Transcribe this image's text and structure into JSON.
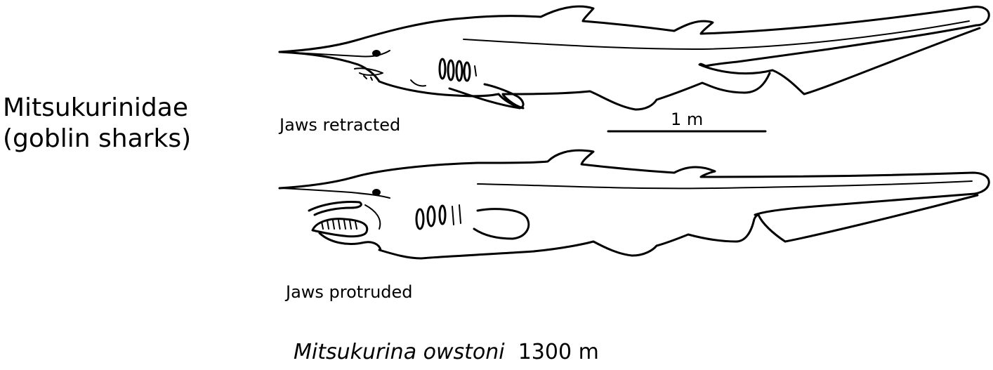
{
  "family": {
    "name": "Mitsukurinidae",
    "common": "(goblin sharks)"
  },
  "views": {
    "retracted_label": "Jaws retracted",
    "protruded_label": "Jaws protruded"
  },
  "scale_bar": {
    "label": "1 m"
  },
  "caption": {
    "species": "Mitsukurina owstoni",
    "depth": "1300 m"
  }
}
